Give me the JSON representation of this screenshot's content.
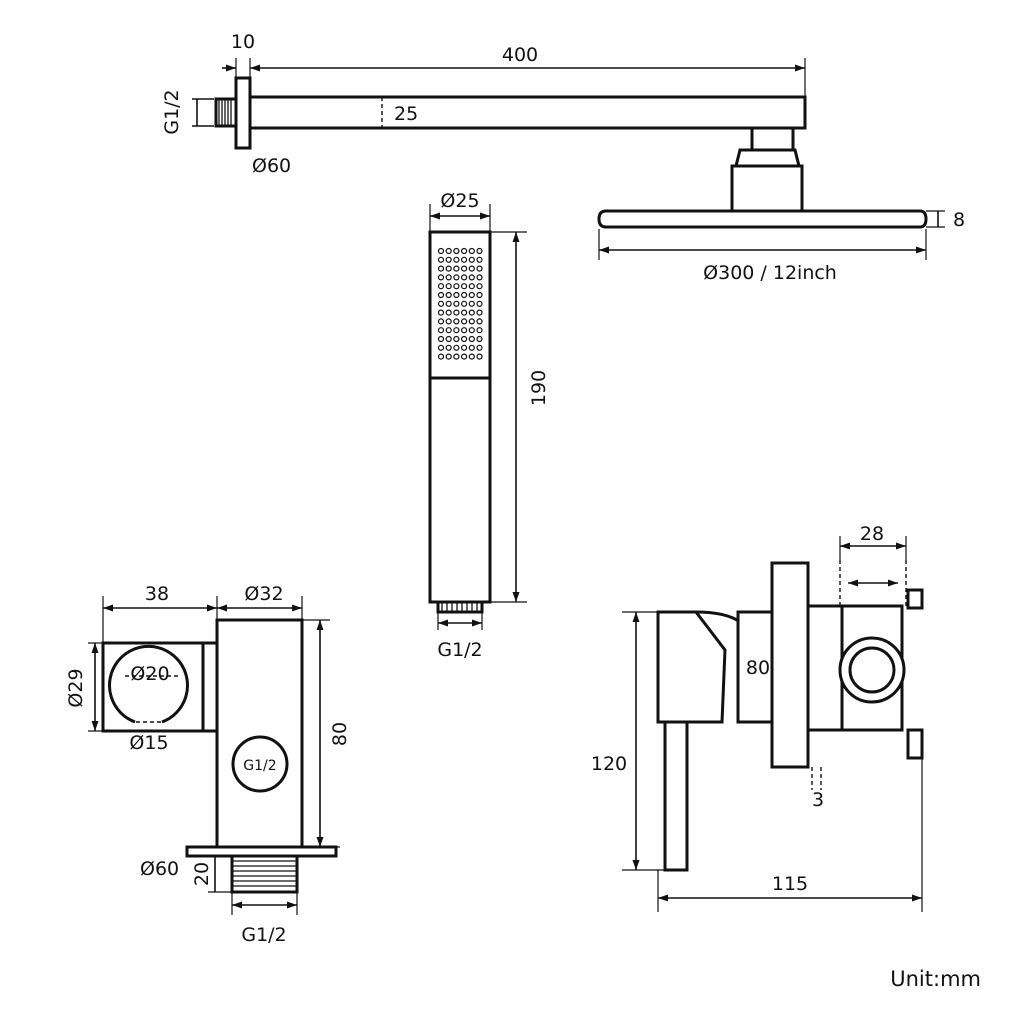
{
  "labels": {
    "arm_flange": "10",
    "arm_length": "400",
    "arm_thread": "G1/2",
    "arm_thickness": "25",
    "arm_flange_dia": "Ø60",
    "hand_dia": "Ø25",
    "hand_length": "190",
    "hand_thread": "G1/2",
    "head_thickness": "8",
    "head_dia": "Ø300 / 12inch",
    "holder_depth": "38",
    "holder_outlet_dia": "Ø32",
    "holder_cup_dia": "Ø29",
    "holder_ring_dia": "Ø20",
    "holder_slot_dia": "Ø15",
    "holder_height": "80",
    "holder_inner_thread": "G1/2",
    "holder_flange_dia": "Ø60",
    "holder_thread_len": "20",
    "holder_thread": "G1/2",
    "valve_cover_width": "28",
    "valve_body": "80",
    "valve_height": "120",
    "valve_gap": "3",
    "valve_depth": "115"
  },
  "unit": "Unit:mm"
}
